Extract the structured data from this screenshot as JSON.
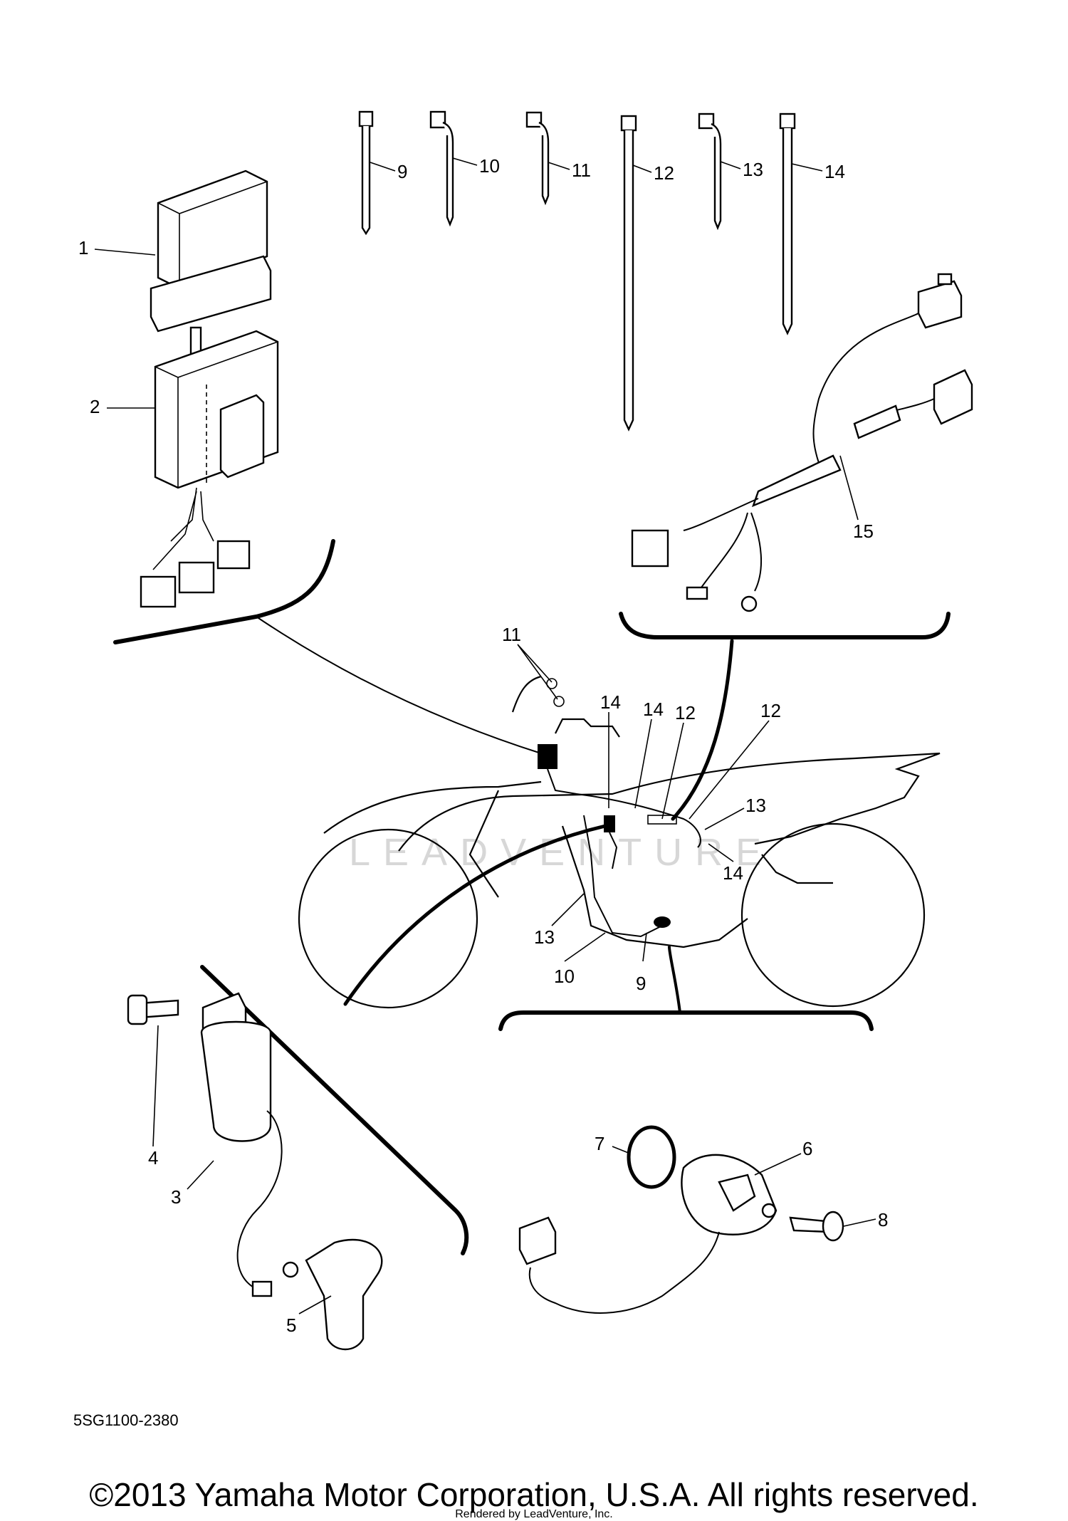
{
  "diagram_code": "5SG1100-2380",
  "copyright": "©2013 Yamaha Motor Corporation, U.S.A. All rights reserved.",
  "rendered_by": "Rendered by LeadVenture, Inc.",
  "watermark": "LEADVENTURE",
  "callouts": {
    "c1": "1",
    "c2": "2",
    "c3": "3",
    "c4": "4",
    "c5": "5",
    "c6": "6",
    "c7": "7",
    "c8": "8",
    "c9_top": "9",
    "c10_top": "10",
    "c11_top": "11",
    "c12_top": "12",
    "c13_top": "13",
    "c14_top": "14",
    "c15": "15",
    "m11": "11",
    "m14a": "14",
    "m14b": "14",
    "m12a": "12",
    "m12b": "12",
    "m13a": "13",
    "m14c": "14",
    "m13b": "13",
    "m10": "10",
    "m9": "9"
  }
}
